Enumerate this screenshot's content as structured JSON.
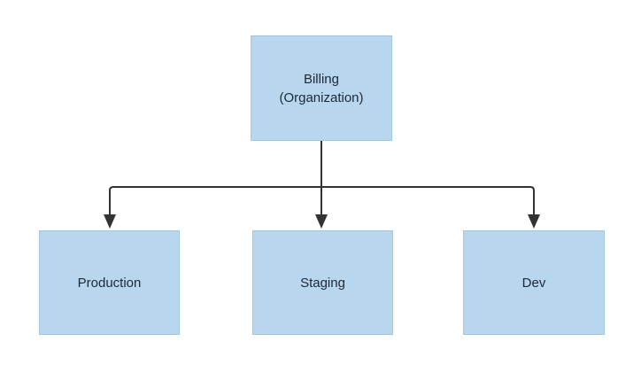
{
  "colors": {
    "canvas-bg": "#ffffff",
    "node-fill": "#b8d7ef",
    "node-border": "#a3c6e0",
    "node-text": "#1d2935",
    "connector": "#333333"
  },
  "nodes": {
    "billing": {
      "label": "Billing\n(Organization)"
    },
    "production": {
      "label": "Production"
    },
    "staging": {
      "label": "Staging"
    },
    "dev": {
      "label": "Dev"
    }
  },
  "edges": [
    {
      "from": "Billing (Organization)",
      "to": "Production"
    },
    {
      "from": "Billing (Organization)",
      "to": "Staging"
    },
    {
      "from": "Billing (Organization)",
      "to": "Dev"
    }
  ]
}
